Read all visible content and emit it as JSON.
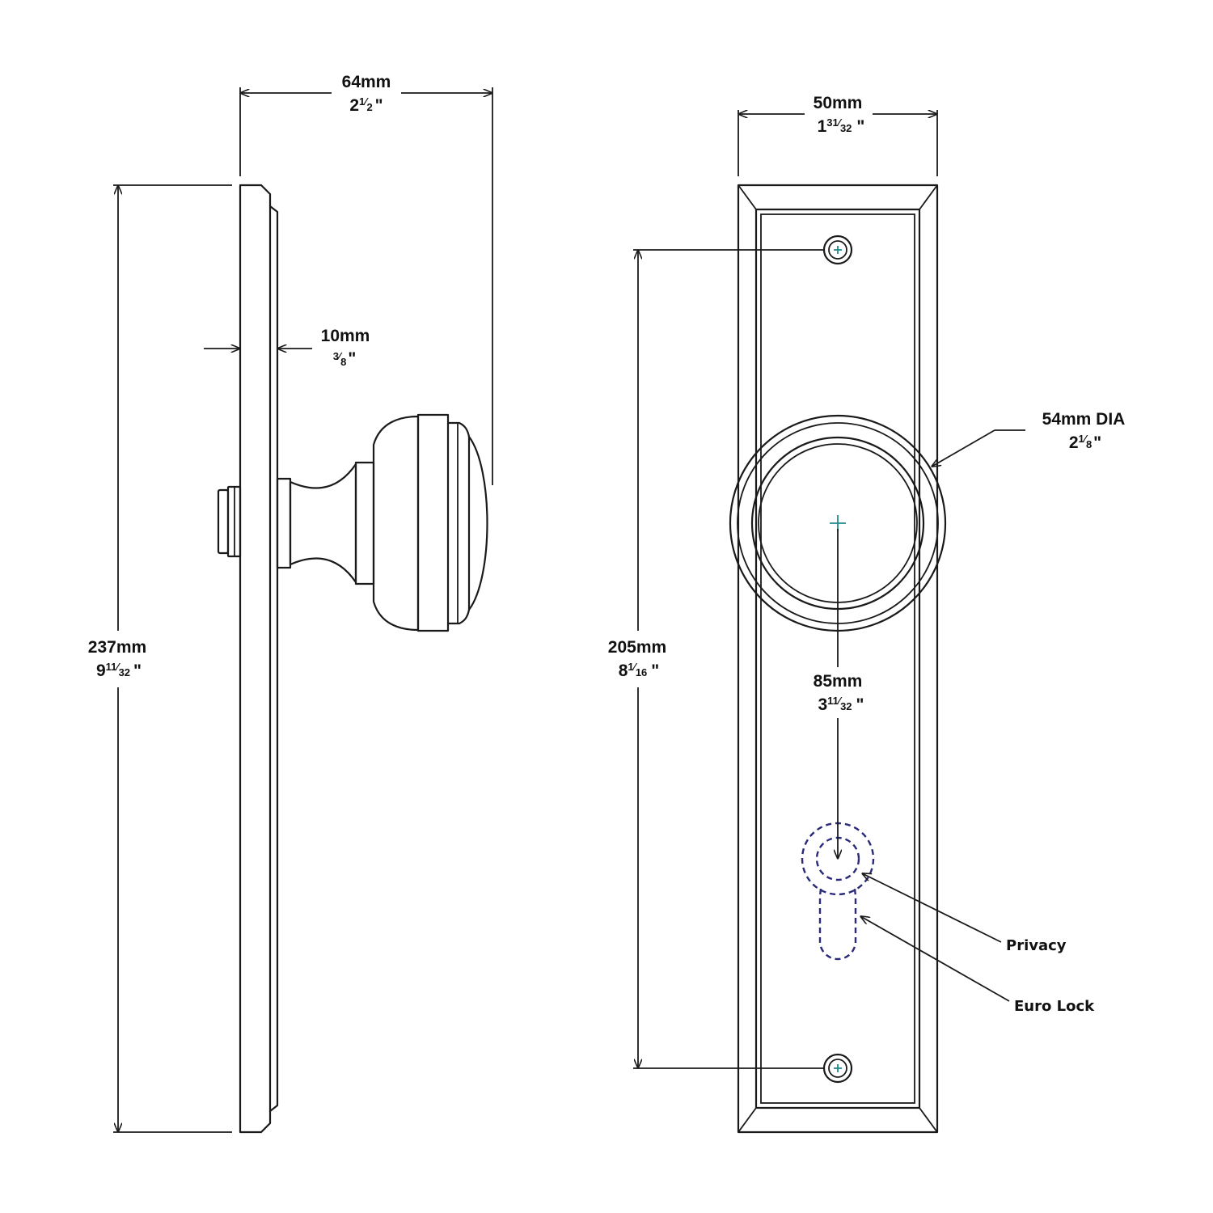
{
  "dimensions": {
    "overall_width": {
      "metric": "64mm",
      "imp_whole": "2",
      "imp_num": "1",
      "imp_den": "2",
      "imp_mark": "\""
    },
    "plate_width": {
      "metric": "50mm",
      "imp_whole": "1",
      "imp_num": "31",
      "imp_den": "32",
      "imp_mark": "\""
    },
    "plate_thickness": {
      "metric": "10mm",
      "imp_whole": "",
      "imp_num": "3",
      "imp_den": "8",
      "imp_mark": "\""
    },
    "overall_height": {
      "metric": "237mm",
      "imp_whole": "9",
      "imp_num": "11",
      "imp_den": "32",
      "imp_mark": "\""
    },
    "fixing_centres": {
      "metric": "205mm",
      "imp_whole": "8",
      "imp_num": "1",
      "imp_den": "16",
      "imp_mark": "\""
    },
    "knob_diameter": {
      "metric": "54mm DIA",
      "imp_whole": "2",
      "imp_num": "1",
      "imp_den": "8",
      "imp_mark": "\""
    },
    "knob_to_lock": {
      "metric": "85mm",
      "imp_whole": "3",
      "imp_num": "11",
      "imp_den": "32",
      "imp_mark": "\""
    }
  },
  "callouts": {
    "privacy": "Privacy",
    "euro_lock": "Euro Lock"
  }
}
